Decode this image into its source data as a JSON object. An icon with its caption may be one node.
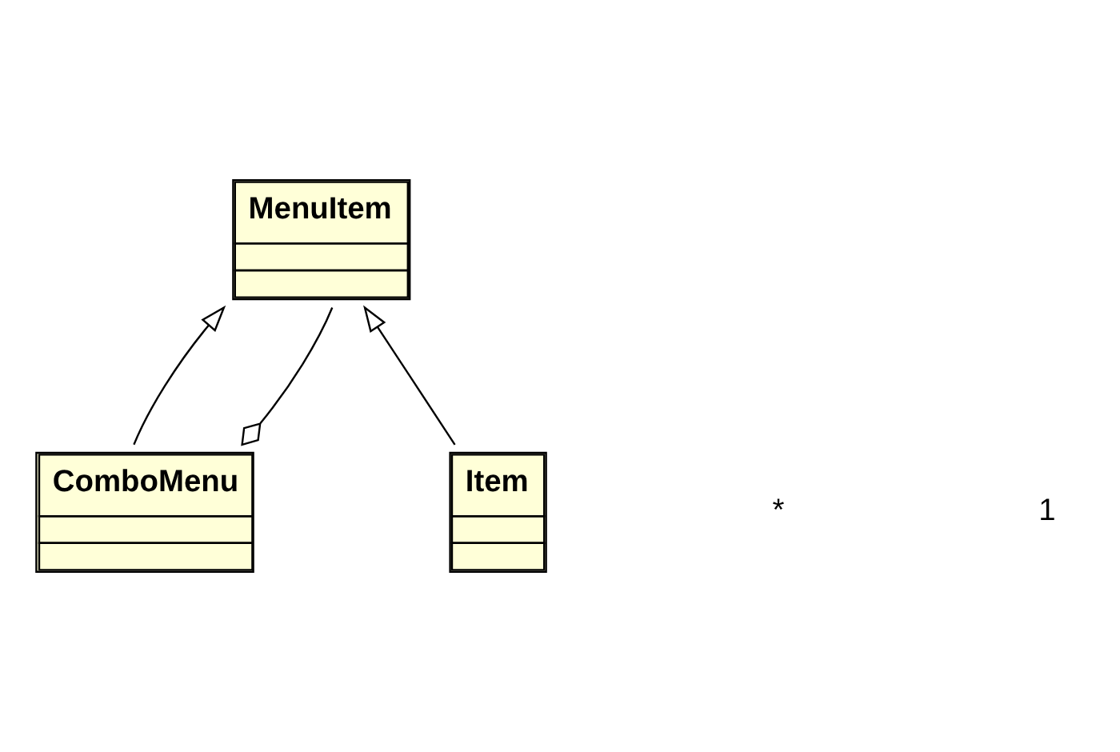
{
  "diagram": {
    "nodes": [
      {
        "text": [
          "MenuItem"
        ]
      },
      {
        "text": [
          "Item"
        ]
      },
      {
        "text": [
          "ComboMenu"
        ]
      }
    ],
    "edges": [
      {
        "from": 1,
        "to": 0,
        "arrow": "to"
      },
      {
        "from": 2,
        "to": 0,
        "arrow": "to"
      },
      {
        "from": 0,
        "to": 2,
        "arrow": "other"
      }
    ],
    "labels": [
      "*",
      "1"
    ]
  }
}
